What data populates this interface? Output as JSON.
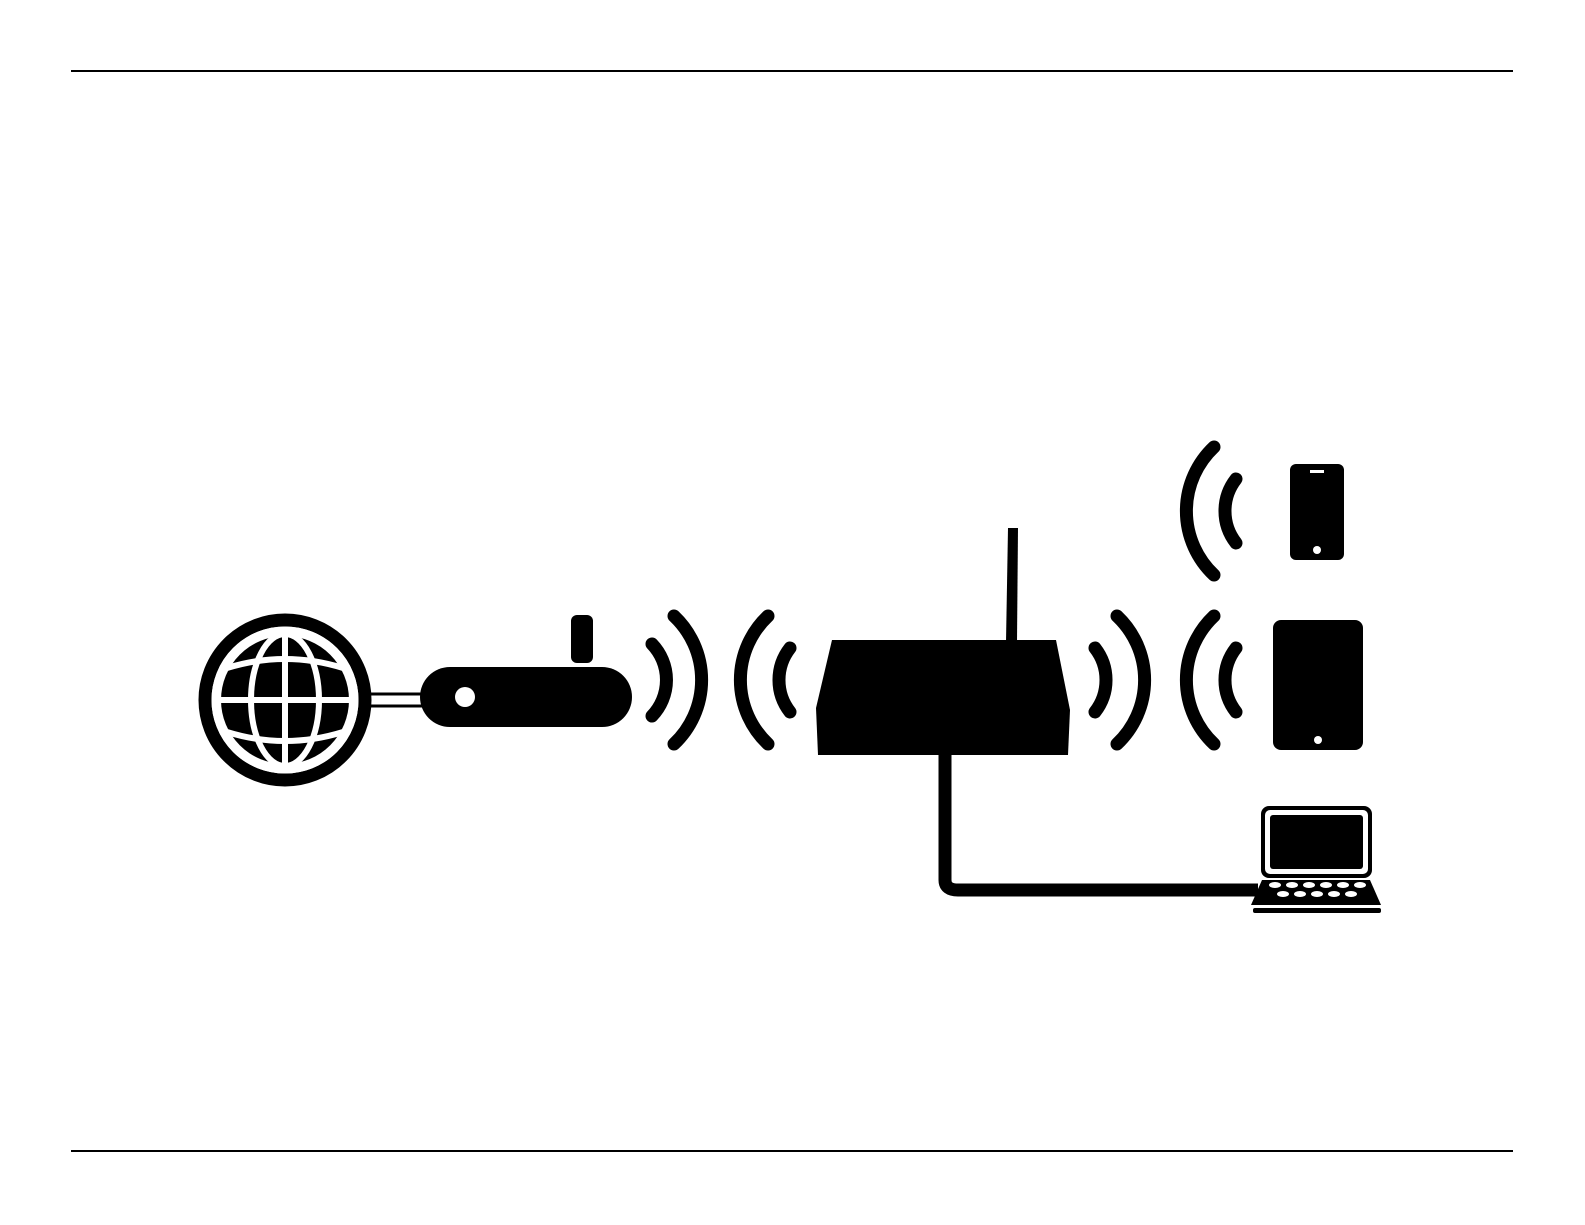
{
  "colors": {
    "ink": "#000000",
    "paper": "#ffffff"
  },
  "diagram": {
    "nodes": [
      {
        "id": "internet",
        "icon": "globe-icon"
      },
      {
        "id": "modem",
        "icon": "modem-icon"
      },
      {
        "id": "router",
        "icon": "wireless-router-icon"
      },
      {
        "id": "smartphone",
        "icon": "smartphone-icon"
      },
      {
        "id": "tablet",
        "icon": "tablet-icon"
      },
      {
        "id": "laptop",
        "icon": "laptop-icon"
      }
    ],
    "links": [
      {
        "from": "internet",
        "to": "modem",
        "kind": "wired"
      },
      {
        "from": "modem",
        "to": "router",
        "kind": "wireless"
      },
      {
        "from": "router",
        "to": "tablet",
        "kind": "wireless"
      },
      {
        "from": "router",
        "to": "smartphone",
        "kind": "wireless"
      },
      {
        "from": "router",
        "to": "laptop",
        "kind": "wired"
      }
    ]
  }
}
